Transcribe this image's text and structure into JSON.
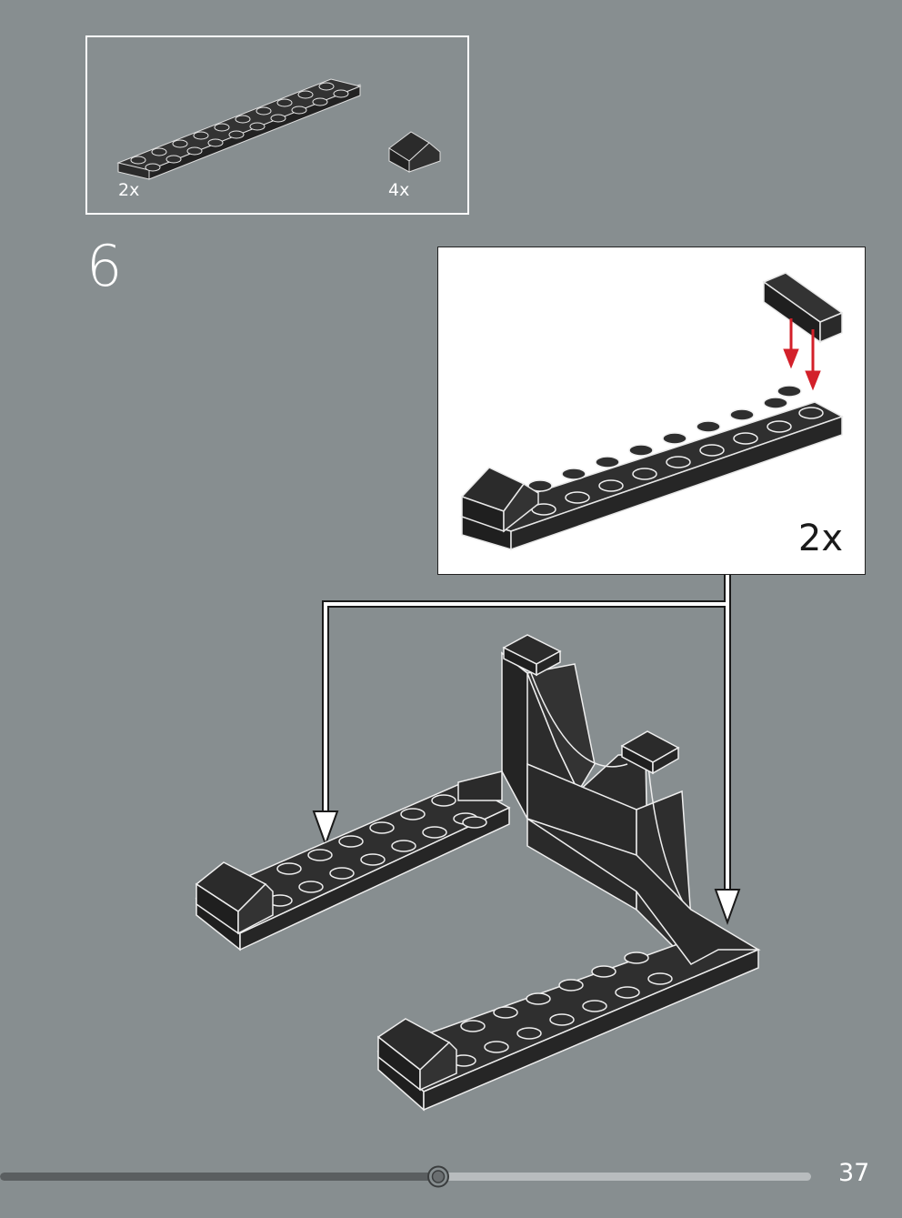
{
  "parts_list": {
    "items": [
      {
        "part": "plate-2x10",
        "icon": "plate-2x10-icon",
        "quantity": "2x"
      },
      {
        "part": "slope-brick",
        "icon": "slope-brick-icon",
        "quantity": "4x"
      }
    ]
  },
  "step": {
    "number": "6"
  },
  "callout": {
    "quantity": "2x"
  },
  "colors": {
    "background": "#878e90",
    "brick": "#2b2b2b",
    "brick_edge": "#f2f2f2",
    "arrow_red": "#d3202a",
    "progress_done": "#5a5e60",
    "progress_remaining": "#b8bcbe"
  },
  "progress": {
    "fraction": 0.545
  },
  "page": {
    "number": "37"
  }
}
